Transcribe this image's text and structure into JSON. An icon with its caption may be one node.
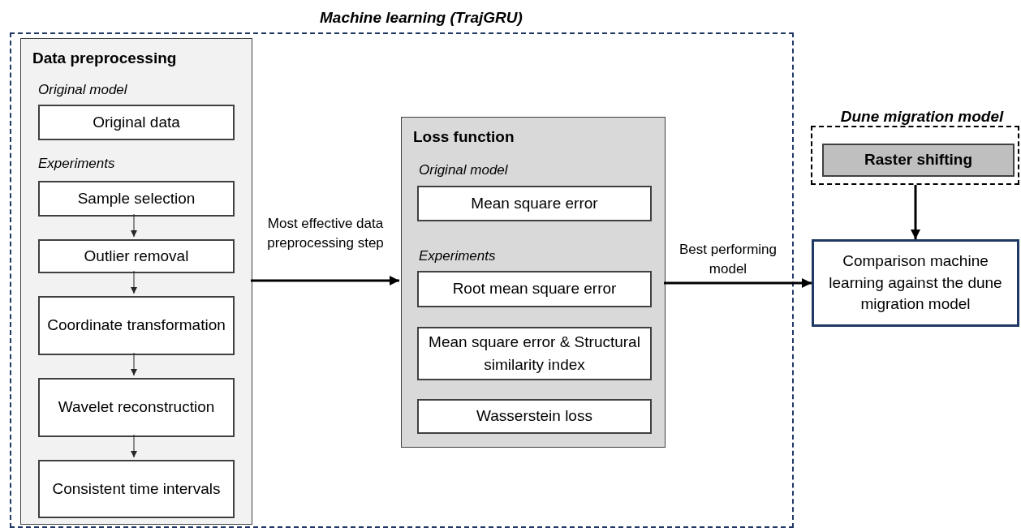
{
  "diagram": {
    "nodes": [
      {
        "text": [
          "Machine learning (TrajGRU)"
        ]
      },
      {
        "text": [
          "Data preprocessing",
          "Original model",
          "Experiments"
        ],
        "in": 0
      },
      {
        "text": [
          "Original data"
        ],
        "in": 1
      },
      {
        "text": [
          "Sample selection"
        ],
        "in": 1
      },
      {
        "text": [
          "Outlier removal"
        ],
        "in": 1
      },
      {
        "text": [
          "Coordinate transformation"
        ],
        "in": 1
      },
      {
        "text": [
          "Wavelet reconstruction"
        ],
        "in": 1
      },
      {
        "text": [
          "Consistent time intervals"
        ],
        "in": 1
      },
      {
        "text": [
          "Loss function",
          "Original model",
          "Experiments"
        ],
        "in": 0
      },
      {
        "text": [
          "Mean square error"
        ],
        "in": 8
      },
      {
        "text": [
          "Root mean square error"
        ],
        "in": 8
      },
      {
        "text": [
          "Mean square error & Structural similarity index"
        ],
        "in": 8
      },
      {
        "text": [
          "Wasserstein loss"
        ],
        "in": 8
      },
      {
        "text": [
          "Dune migration model"
        ]
      },
      {
        "text": [
          "Raster shifting"
        ],
        "in": 13
      },
      {
        "text": [
          "Comparison machine learning against the dune migration model"
        ]
      }
    ],
    "edges": [
      {
        "from": 3,
        "to": 4,
        "arrow": "to"
      },
      {
        "from": 4,
        "to": 5,
        "arrow": "to"
      },
      {
        "from": 5,
        "to": 6,
        "arrow": "to"
      },
      {
        "from": 6,
        "to": 7,
        "arrow": "to"
      },
      {
        "from": 1,
        "to": 8,
        "arrow": "to",
        "label": "Most effective data preprocessing step",
        "style": "thick"
      },
      {
        "from": 8,
        "to": 15,
        "arrow": "to",
        "label": "Best performing model",
        "style": "thick"
      },
      {
        "from": 13,
        "to": 15,
        "arrow": "to",
        "style": "thick"
      }
    ]
  }
}
